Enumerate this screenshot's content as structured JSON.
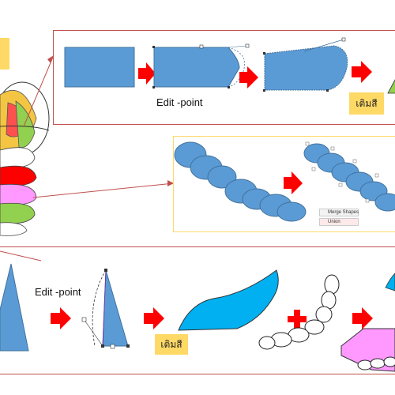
{
  "labels": {
    "edit_point_top": "Edit -point",
    "fill_top": "เติมสี",
    "edit_point_bottom": "Edit -point",
    "fill_bottom": "เติมสี"
  },
  "ribbon": {
    "merge_shapes": "Merge Shapes",
    "union": "Union"
  },
  "colors": {
    "shape_blue": "#5b9bd5",
    "shape_cyan": "#00b0f0",
    "arrow_red": "#ff0000",
    "panel_border_red": "#c0504d",
    "panel_border_yellow": "#ffd966",
    "tag_yellow": "#ffd966",
    "pink": "#ff99ff",
    "green": "#92d050"
  }
}
